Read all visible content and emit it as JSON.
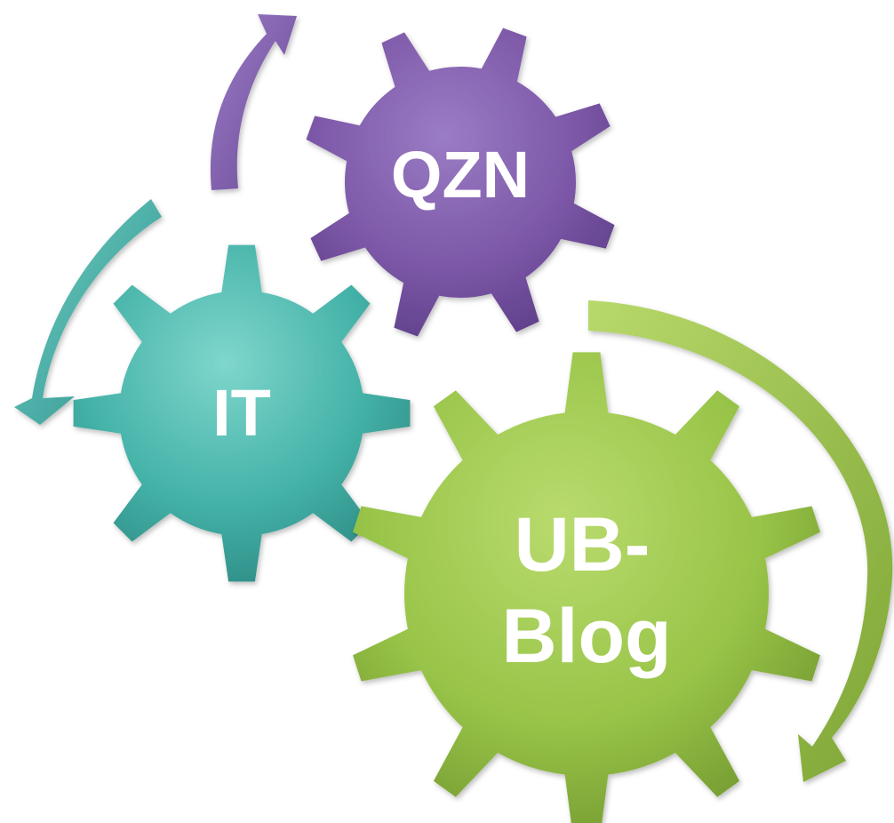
{
  "gears": {
    "qzn": {
      "label": "QZN",
      "color": "#7e58a7"
    },
    "it": {
      "label": "IT",
      "color": "#3fb0a5"
    },
    "ub": {
      "label_line1": "UB-",
      "label_line2": "Blog",
      "color": "#93c044"
    }
  },
  "arrows": {
    "purple": {
      "color": "#7e58a7"
    },
    "teal": {
      "color": "#3fa8a3"
    },
    "green": {
      "color": "#93c044"
    }
  }
}
